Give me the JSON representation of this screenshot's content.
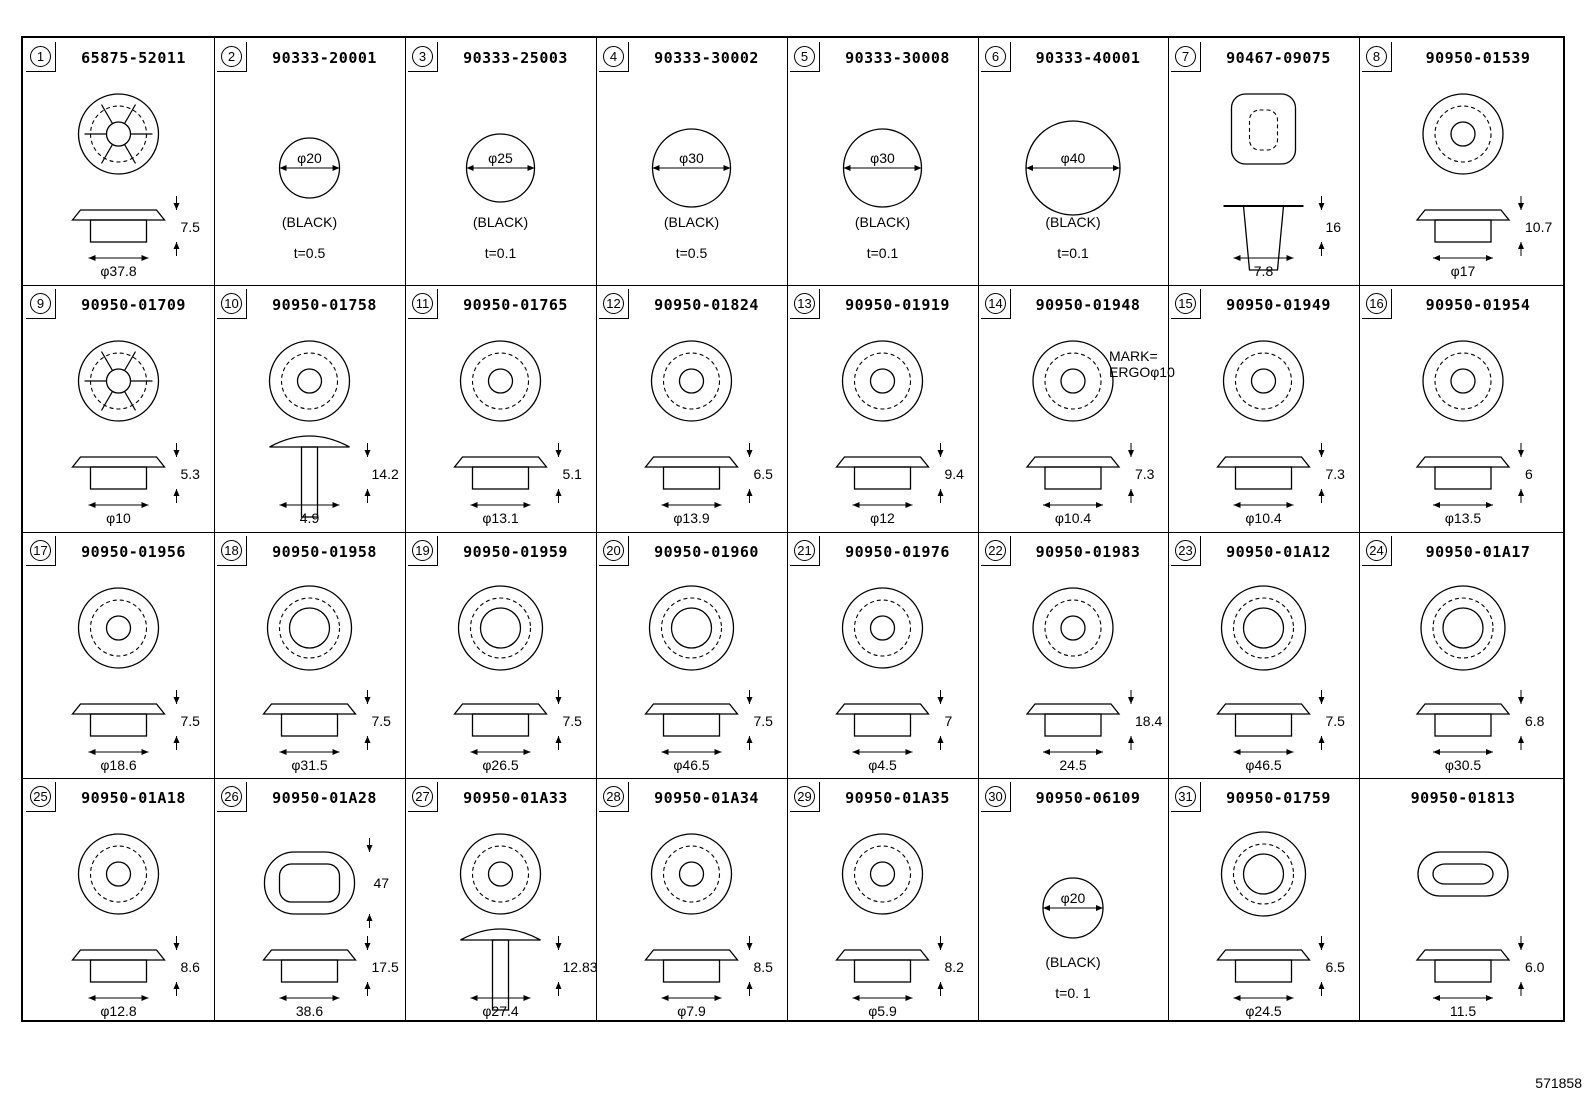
{
  "page_code": "571858",
  "parts": [
    {
      "num": "1",
      "part": "65875-52011",
      "shape": "vented",
      "dims": [
        "φ37.8",
        "7.5"
      ]
    },
    {
      "num": "2",
      "part": "90333-20001",
      "shape": "disc",
      "disc_dim": "φ20",
      "color": "(BLACK)",
      "thickness": "t=0.5"
    },
    {
      "num": "3",
      "part": "90333-25003",
      "shape": "disc",
      "disc_dim": "φ25",
      "color": "(BLACK)",
      "thickness": "t=0.1"
    },
    {
      "num": "4",
      "part": "90333-30002",
      "shape": "disc",
      "disc_dim": "φ30",
      "color": "(BLACK)",
      "thickness": "t=0.5"
    },
    {
      "num": "5",
      "part": "90333-30008",
      "shape": "disc",
      "disc_dim": "φ30",
      "color": "(BLACK)",
      "thickness": "t=0.1"
    },
    {
      "num": "6",
      "part": "90333-40001",
      "shape": "disc",
      "disc_dim": "φ40",
      "color": "(BLACK)",
      "thickness": "t=0.1"
    },
    {
      "num": "7",
      "part": "90467-09075",
      "shape": "clip",
      "dims": [
        "7.8",
        "16"
      ]
    },
    {
      "num": "8",
      "part": "90950-01539",
      "shape": "plug",
      "dims": [
        "φ17",
        "10.7"
      ]
    },
    {
      "num": "9",
      "part": "90950-01709",
      "shape": "vented",
      "dims": [
        "φ10",
        "5.3"
      ]
    },
    {
      "num": "10",
      "part": "90950-01758",
      "shape": "pin",
      "dims": [
        "4.9",
        "14.2"
      ]
    },
    {
      "num": "11",
      "part": "90950-01765",
      "shape": "grommet",
      "dims": [
        "φ13.1",
        "5.1"
      ]
    },
    {
      "num": "12",
      "part": "90950-01824",
      "shape": "grommet",
      "dims": [
        "φ13.9",
        "6.5"
      ]
    },
    {
      "num": "13",
      "part": "90950-01919",
      "shape": "grommet",
      "dims": [
        "φ12",
        "9.4"
      ]
    },
    {
      "num": "14",
      "part": "90950-01948",
      "shape": "grommet",
      "dims": [
        "φ10.4",
        "7.3"
      ],
      "note": [
        "MARK=",
        "ERGOφ10"
      ]
    },
    {
      "num": "15",
      "part": "90950-01949",
      "shape": "grommet",
      "dims": [
        "φ10.4",
        "7.3"
      ]
    },
    {
      "num": "16",
      "part": "90950-01954",
      "shape": "grommet",
      "dims": [
        "φ13.5",
        "6"
      ]
    },
    {
      "num": "17",
      "part": "90950-01956",
      "shape": "grommet",
      "dims": [
        "φ18.6",
        "7.5"
      ]
    },
    {
      "num": "18",
      "part": "90950-01958",
      "shape": "flat",
      "dims": [
        "φ31.5",
        "7.5"
      ]
    },
    {
      "num": "19",
      "part": "90950-01959",
      "shape": "flat",
      "dims": [
        "φ26.5",
        "7.5"
      ]
    },
    {
      "num": "20",
      "part": "90950-01960",
      "shape": "flat",
      "dims": [
        "φ46.5",
        "7.5"
      ]
    },
    {
      "num": "21",
      "part": "90950-01976",
      "shape": "grommet",
      "dims": [
        "φ4.5",
        "7"
      ]
    },
    {
      "num": "22",
      "part": "90950-01983",
      "shape": "grommet",
      "dims": [
        "24.5",
        "18.4"
      ]
    },
    {
      "num": "23",
      "part": "90950-01A12",
      "shape": "flat",
      "dims": [
        "φ46.5",
        "7.5"
      ]
    },
    {
      "num": "24",
      "part": "90950-01A17",
      "shape": "flat",
      "dims": [
        "φ30.5",
        "6.8"
      ]
    },
    {
      "num": "25",
      "part": "90950-01A18",
      "shape": "grommet",
      "dims": [
        "φ12.8",
        "8.6"
      ]
    },
    {
      "num": "26",
      "part": "90950-01A28",
      "shape": "oval",
      "dims": [
        "38.6",
        "17.5",
        "47"
      ]
    },
    {
      "num": "27",
      "part": "90950-01A33",
      "shape": "pin",
      "dims": [
        "φ27.4",
        "12.83"
      ]
    },
    {
      "num": "28",
      "part": "90950-01A34",
      "shape": "grommet",
      "dims": [
        "φ7.9",
        "8.5"
      ]
    },
    {
      "num": "29",
      "part": "90950-01A35",
      "shape": "grommet",
      "dims": [
        "φ5.9",
        "8.2"
      ]
    },
    {
      "num": "30",
      "part": "90950-06109",
      "shape": "disc",
      "disc_dim": "φ20",
      "color": "(BLACK)",
      "thickness": "t=0. 1"
    },
    {
      "num": "31",
      "part": "90950-01759",
      "shape": "flat",
      "dims": [
        "φ24.5",
        "6.5"
      ]
    },
    {
      "num": "",
      "part": "90950-01813",
      "shape": "oval-plug",
      "dims": [
        "11.5",
        "6.0"
      ]
    }
  ]
}
